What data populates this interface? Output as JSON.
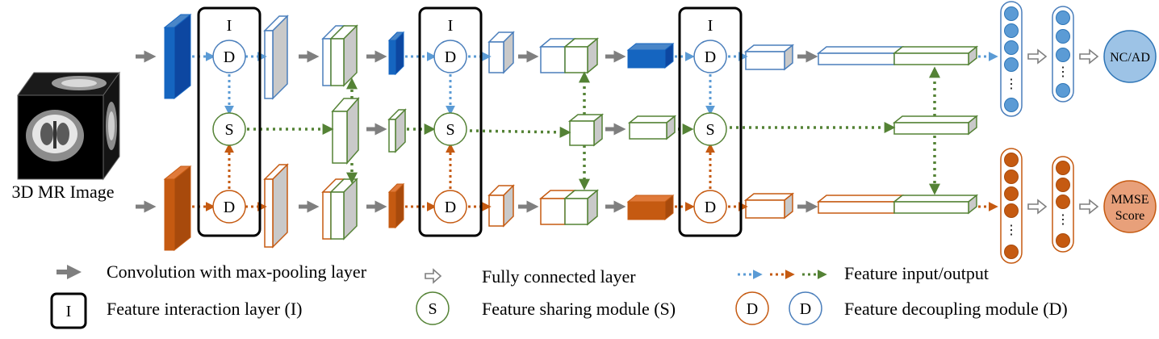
{
  "input": {
    "label": "3D MR Image"
  },
  "interaction_layers": [
    {
      "label": "I",
      "top_module": "D",
      "middle_module": "S",
      "bottom_module": "D"
    },
    {
      "label": "I",
      "top_module": "D",
      "middle_module": "S",
      "bottom_module": "D"
    },
    {
      "label": "I",
      "top_module": "D",
      "middle_module": "S",
      "bottom_module": "D"
    }
  ],
  "outputs": {
    "top": "NC/AD",
    "bottom_line1": "MMSE",
    "bottom_line2": "Score"
  },
  "neuron_ellipsis": "⋮",
  "legend": {
    "conv": "Convolution with max-pooling layer",
    "fc": "Fully connected layer",
    "feature_io": "Feature input/output",
    "interaction_symbol": "I",
    "interaction": "Feature interaction layer (I)",
    "sharing_symbol": "S",
    "sharing": "Feature sharing module (S)",
    "decoupling_symbol": "D",
    "decoupling": "Feature decoupling module (D)"
  },
  "colors": {
    "blue_fill": "#1565c0",
    "blue_stroke": "#4a7ebb",
    "blue_arrow": "#5b9bd5",
    "orange_fill": "#c55a11",
    "orange_stroke": "#c55a11",
    "green_stroke": "#548235",
    "green_arrow": "#548235",
    "gray_arrow": "#7f7f7f",
    "gray_face": "#c9c9c9",
    "nc_ad_fill": "#9dc3e6",
    "mmse_fill": "#e8a07a"
  }
}
